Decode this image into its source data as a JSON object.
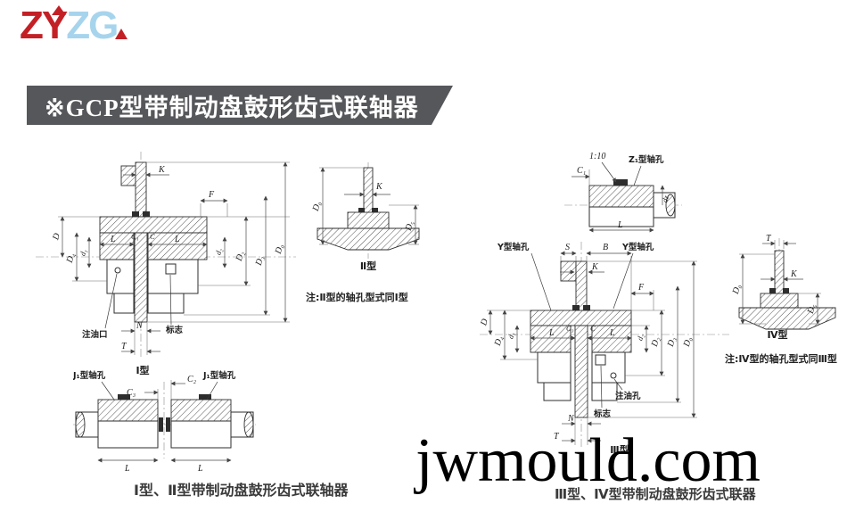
{
  "logo": {
    "zy": "ZY",
    "zg": "ZG"
  },
  "banner": {
    "title": "※GCP型带制动盘鼓形齿式联轴器"
  },
  "watermark": "jwmould.com",
  "captions": {
    "left": "Ⅰ型、Ⅱ型带制动盘鼓形齿式联轴器",
    "right": "Ⅲ型、Ⅳ型带制动盘鼓形齿式联器"
  },
  "notes": {
    "type2": "注:Ⅱ型的轴孔型式同Ⅰ型",
    "type4": "注:Ⅳ型的轴孔型式同Ⅲ型"
  },
  "d1": {
    "caption": "Ⅰ型",
    "K": "K",
    "F": "F",
    "D": "D",
    "D4": "D₄",
    "d1": "d₁",
    "L1": "L",
    "C1": "C₁",
    "C": "C",
    "L2": "L",
    "d2": "d₂",
    "D2": "D₂",
    "D3": "D₃",
    "D0": "D₀",
    "N": "N",
    "mark": "标志",
    "oil": "注油口",
    "T": "T"
  },
  "d2": {
    "caption": "Ⅱ型",
    "D0": "D₀",
    "K": "K",
    "D5": "D₅"
  },
  "dj": {
    "left_hole": "J₁型轴孔",
    "right_hole": "J₁型轴孔",
    "C3": "C₃",
    "C2": "C₂",
    "L1": "L",
    "L2": "L"
  },
  "dz": {
    "taper": "1:10",
    "hole": "Z₁型轴孔",
    "C1": "C₁",
    "L": "L",
    "dz": "dz"
  },
  "d3": {
    "caption": "Ⅲ型",
    "Yl": "Y型轴孔",
    "S": "S",
    "B": "B",
    "Yr": "Y型轴孔",
    "K": "K",
    "F": "F",
    "D": "D",
    "D4": "D₄",
    "d1": "d₁",
    "L1": "L",
    "C3": "C₃",
    "C": "C",
    "L2": "L",
    "d2": "d₂",
    "D2": "D₂",
    "D3": "D₃",
    "D0": "D₀",
    "oil": "注油孔",
    "mark": "标志",
    "N": "N",
    "T": "T"
  },
  "d4": {
    "caption": "Ⅳ型",
    "T": "T",
    "K": "K",
    "D0": "D₀",
    "D5": "D₅"
  },
  "colors": {
    "logo_red": "#c32026",
    "logo_blue": "#a7d4ed",
    "banner_bg": "#56575a"
  }
}
